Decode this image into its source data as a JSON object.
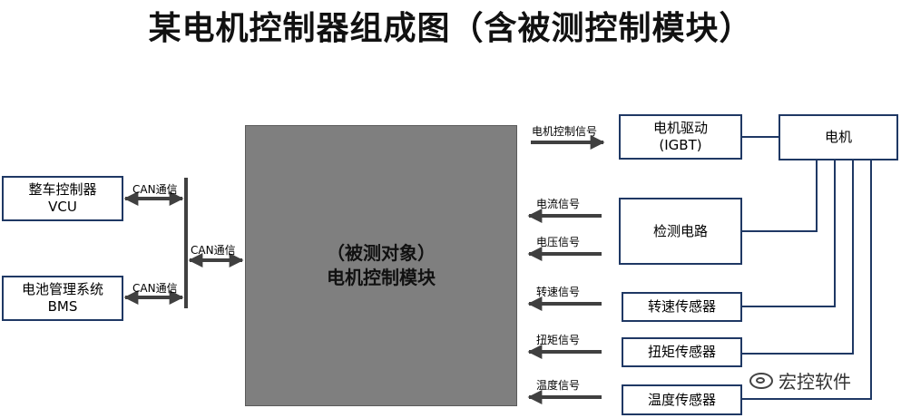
{
  "title": "某电机控制器组成图（含被测控制模块）",
  "center": {
    "line1": "（被测对象）",
    "line2": "电机控制模块"
  },
  "left_boxes": {
    "vcu": {
      "line1": "整车控制器",
      "line2": "VCU"
    },
    "bms": {
      "line1": "电池管理系统",
      "line2": "BMS"
    }
  },
  "right_boxes": {
    "driver": {
      "line1": "电机驱动",
      "line2": "(IGBT)"
    },
    "motor": "电机",
    "detect": "检测电路",
    "speed_sensor": "转速传感器",
    "torque_sensor": "扭矩传感器",
    "temp_sensor": "温度传感器"
  },
  "labels": {
    "can_vcu": "CAN通信",
    "can_bms": "CAN通信",
    "can_main": "CAN通信",
    "motor_ctrl": "电机控制信号",
    "current": "电流信号",
    "voltage": "电压信号",
    "speed": "转速信号",
    "torque": "扭矩信号",
    "temp": "温度信号"
  },
  "watermark": "宏控软件"
}
